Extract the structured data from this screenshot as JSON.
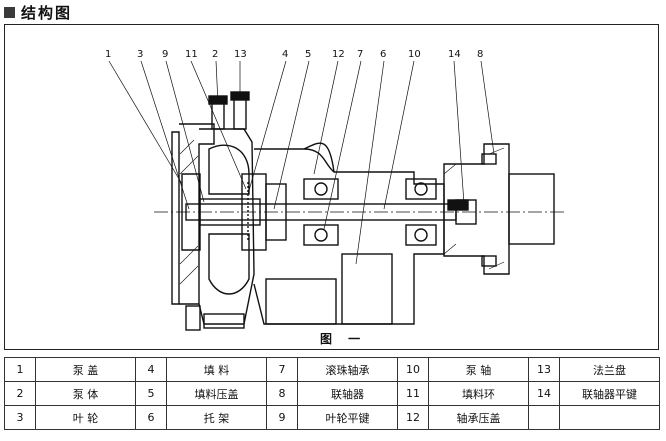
{
  "header": {
    "title": "结构图"
  },
  "figure": {
    "caption": "图 一",
    "callouts": [
      "1",
      "3",
      "9",
      "11",
      "2",
      "13",
      "4",
      "5",
      "12",
      "7",
      "6",
      "10",
      "14",
      "8"
    ]
  },
  "parts_table": {
    "rows": [
      [
        {
          "no": "1",
          "name": "泵  盖"
        },
        {
          "no": "4",
          "name": "填  料"
        },
        {
          "no": "7",
          "name": "滚珠轴承"
        },
        {
          "no": "10",
          "name": "泵  轴"
        },
        {
          "no": "13",
          "name": "法兰盘"
        }
      ],
      [
        {
          "no": "2",
          "name": "泵  体"
        },
        {
          "no": "5",
          "name": "填料压盖"
        },
        {
          "no": "8",
          "name": "联轴器"
        },
        {
          "no": "11",
          "name": "填料环"
        },
        {
          "no": "14",
          "name": "联轴器平键"
        }
      ],
      [
        {
          "no": "3",
          "name": "叶  轮"
        },
        {
          "no": "6",
          "name": "托  架"
        },
        {
          "no": "9",
          "name": "叶轮平键"
        },
        {
          "no": "12",
          "name": "轴承压盖"
        },
        {
          "no": "",
          "name": ""
        }
      ]
    ]
  }
}
